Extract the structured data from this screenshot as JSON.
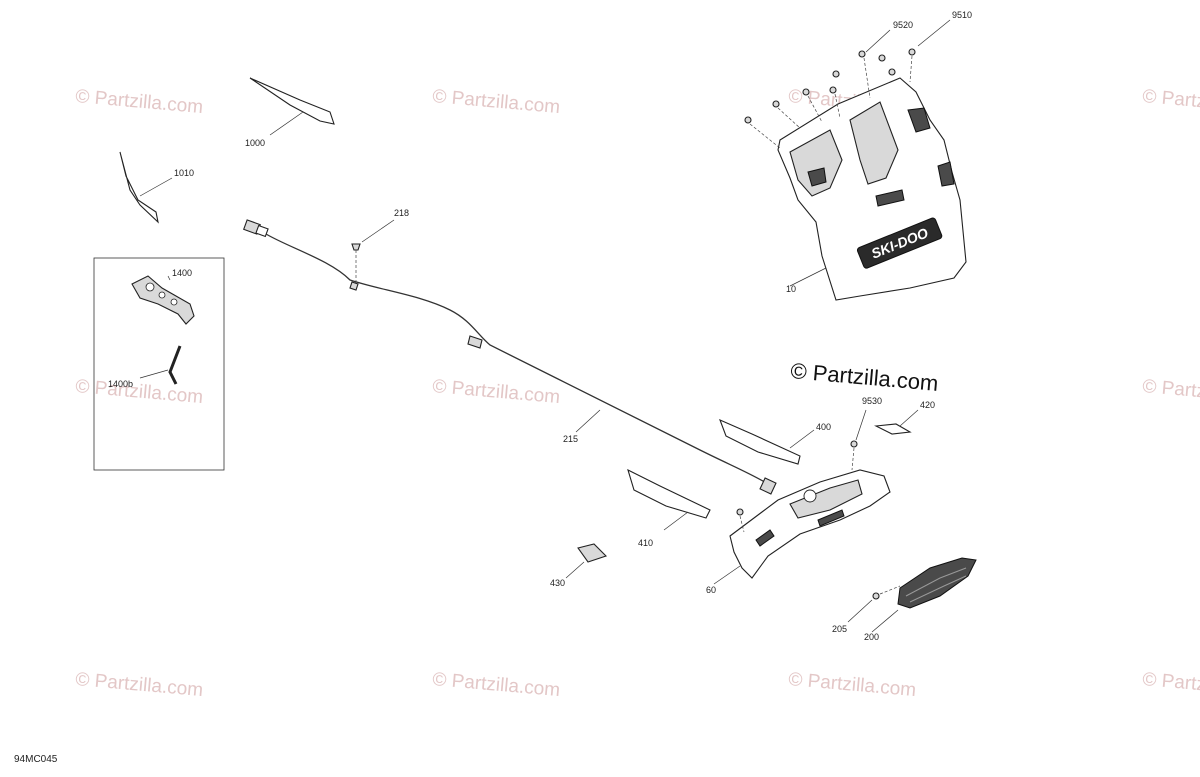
{
  "watermark": {
    "text": "© Partzilla.com"
  },
  "copyright": {
    "text": "© Partzilla.com"
  },
  "drawing_code": "94MC045",
  "callouts": {
    "c9510": "9510",
    "c9520": "9520",
    "c10": "10",
    "c1000": "1000",
    "c1010": "1010",
    "c218": "218",
    "c1400": "1400",
    "c1400b": "1400b",
    "c215": "215",
    "c9530": "9530",
    "c420": "420",
    "c400": "400",
    "c410": "410",
    "c60": "60",
    "c430": "430",
    "c205": "205",
    "c200": "200"
  },
  "logo": {
    "text": "SKI-DOO"
  },
  "colors": {
    "watermark": "#e3c7c7",
    "line": "#222222"
  }
}
